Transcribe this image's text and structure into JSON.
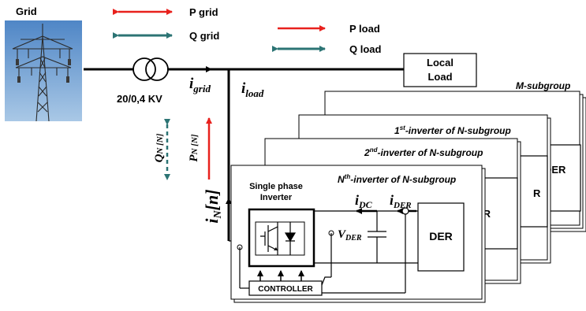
{
  "grid_label": "Grid",
  "legend": {
    "p_grid": "P grid",
    "q_grid": "Q grid",
    "p_load": "P load",
    "q_load": "Q load"
  },
  "transformer_label": "20/0,4 KV",
  "currents": {
    "i_grid_main": "i",
    "i_grid_sub": "grid",
    "i_load_main": "i",
    "i_load_sub": "load",
    "i_n_main": "i",
    "i_n_sub": "N",
    "i_n_bracket": "[n]",
    "i_dc_main": "i",
    "i_dc_sub": "DC",
    "i_der_main": "i",
    "i_der_sub": "DER",
    "v_der_main": "V",
    "v_der_sub": "DER"
  },
  "powers": {
    "q_n_main": "Q",
    "q_n_sub": "N [N]",
    "p_n_main": "P",
    "p_n_sub": "N [N]"
  },
  "local_load": [
    "Local",
    "Load"
  ],
  "m_subgroup": "M-subgroup",
  "inverter_panels": {
    "first_sup": "st",
    "first_label": "-inverter of N-subgroup",
    "second_sup": "nd",
    "second_label": "-inverter of N-subgroup",
    "nth_n": "N",
    "nth_sup": "th",
    "nth_label": "-inverter of N-subgroup"
  },
  "single_phase_inverter": [
    "Single phase",
    "Inverter"
  ],
  "der_label": "DER",
  "der_partial_er": "ER",
  "der_partial_r": "R",
  "controller_label": "CONTROLLER",
  "colors": {
    "active_power": "#e8211d",
    "reactive_power": "#2c7474"
  }
}
